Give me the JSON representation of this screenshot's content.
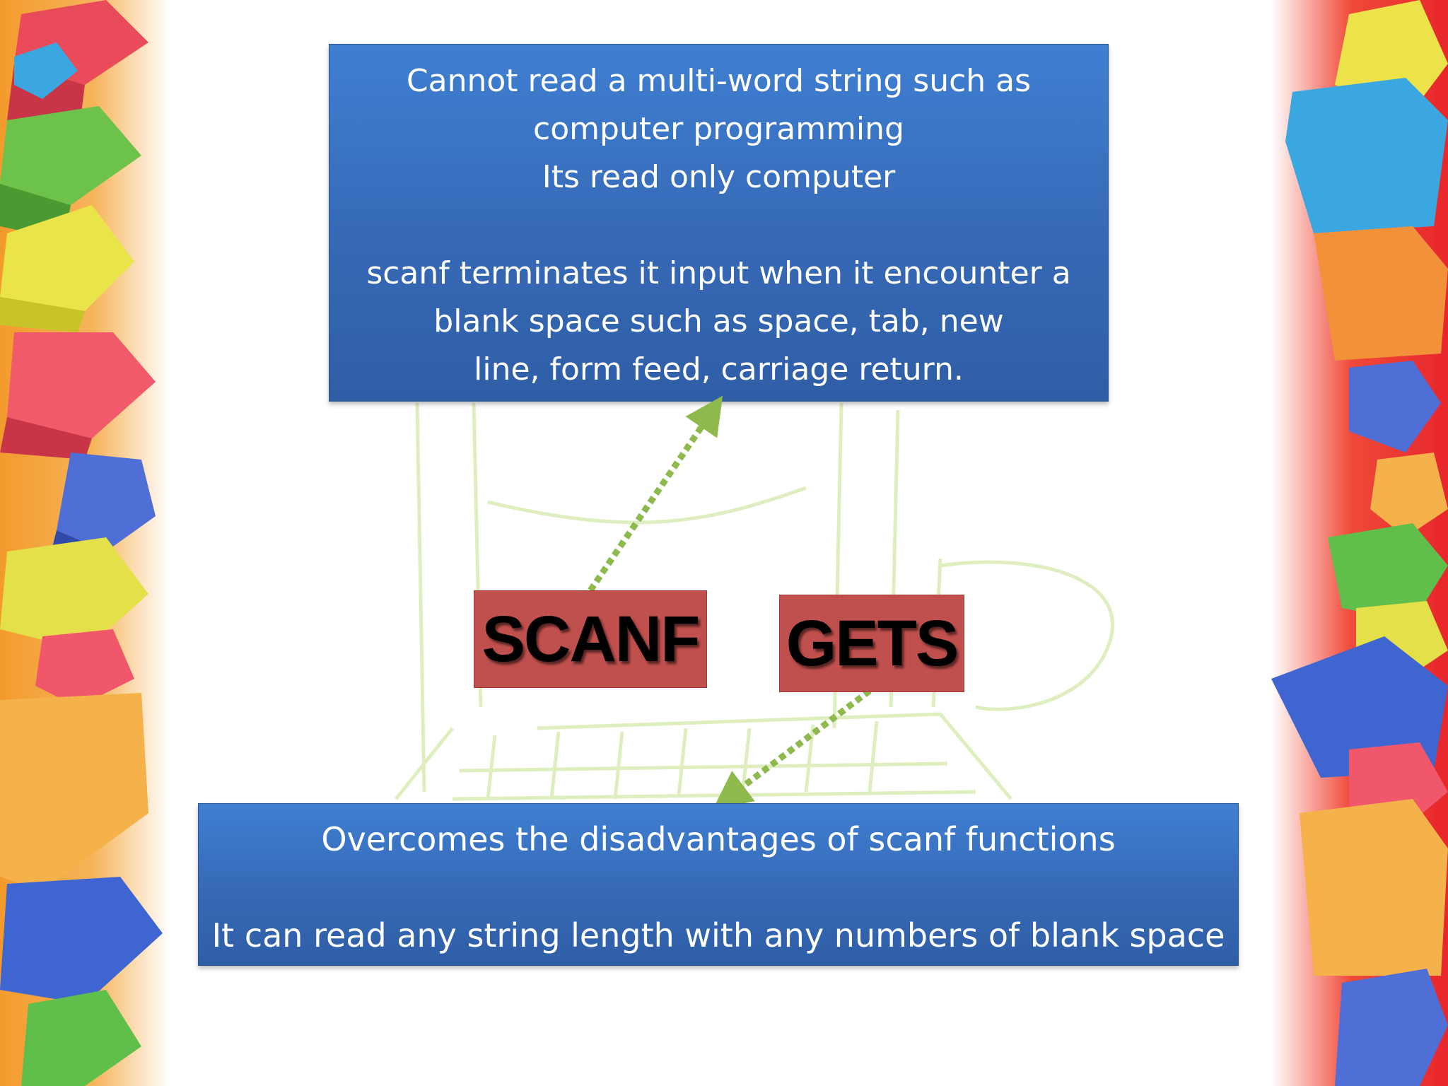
{
  "slide": {
    "top_box": {
      "lines_1": [
        "Cannot read a multi-word string such as",
        "computer programming",
        "Its read only computer"
      ],
      "lines_2": [
        "scanf terminates it input when it encounter a",
        "blank space such as space, tab, new",
        "line, form feed, carriage return."
      ]
    },
    "scanf_label": "SCANF",
    "gets_label": "GETS",
    "bottom_box": {
      "line_1": "Overcomes the disadvantages of scanf functions",
      "line_2": "It can read any string length with any numbers of blank space"
    }
  },
  "colors": {
    "text_box_fill": "#3669b6",
    "label_box_fill": "#c0504d",
    "arrow": "#8db94d",
    "left_border": "#f39a2c",
    "right_border": "#e8262b"
  }
}
